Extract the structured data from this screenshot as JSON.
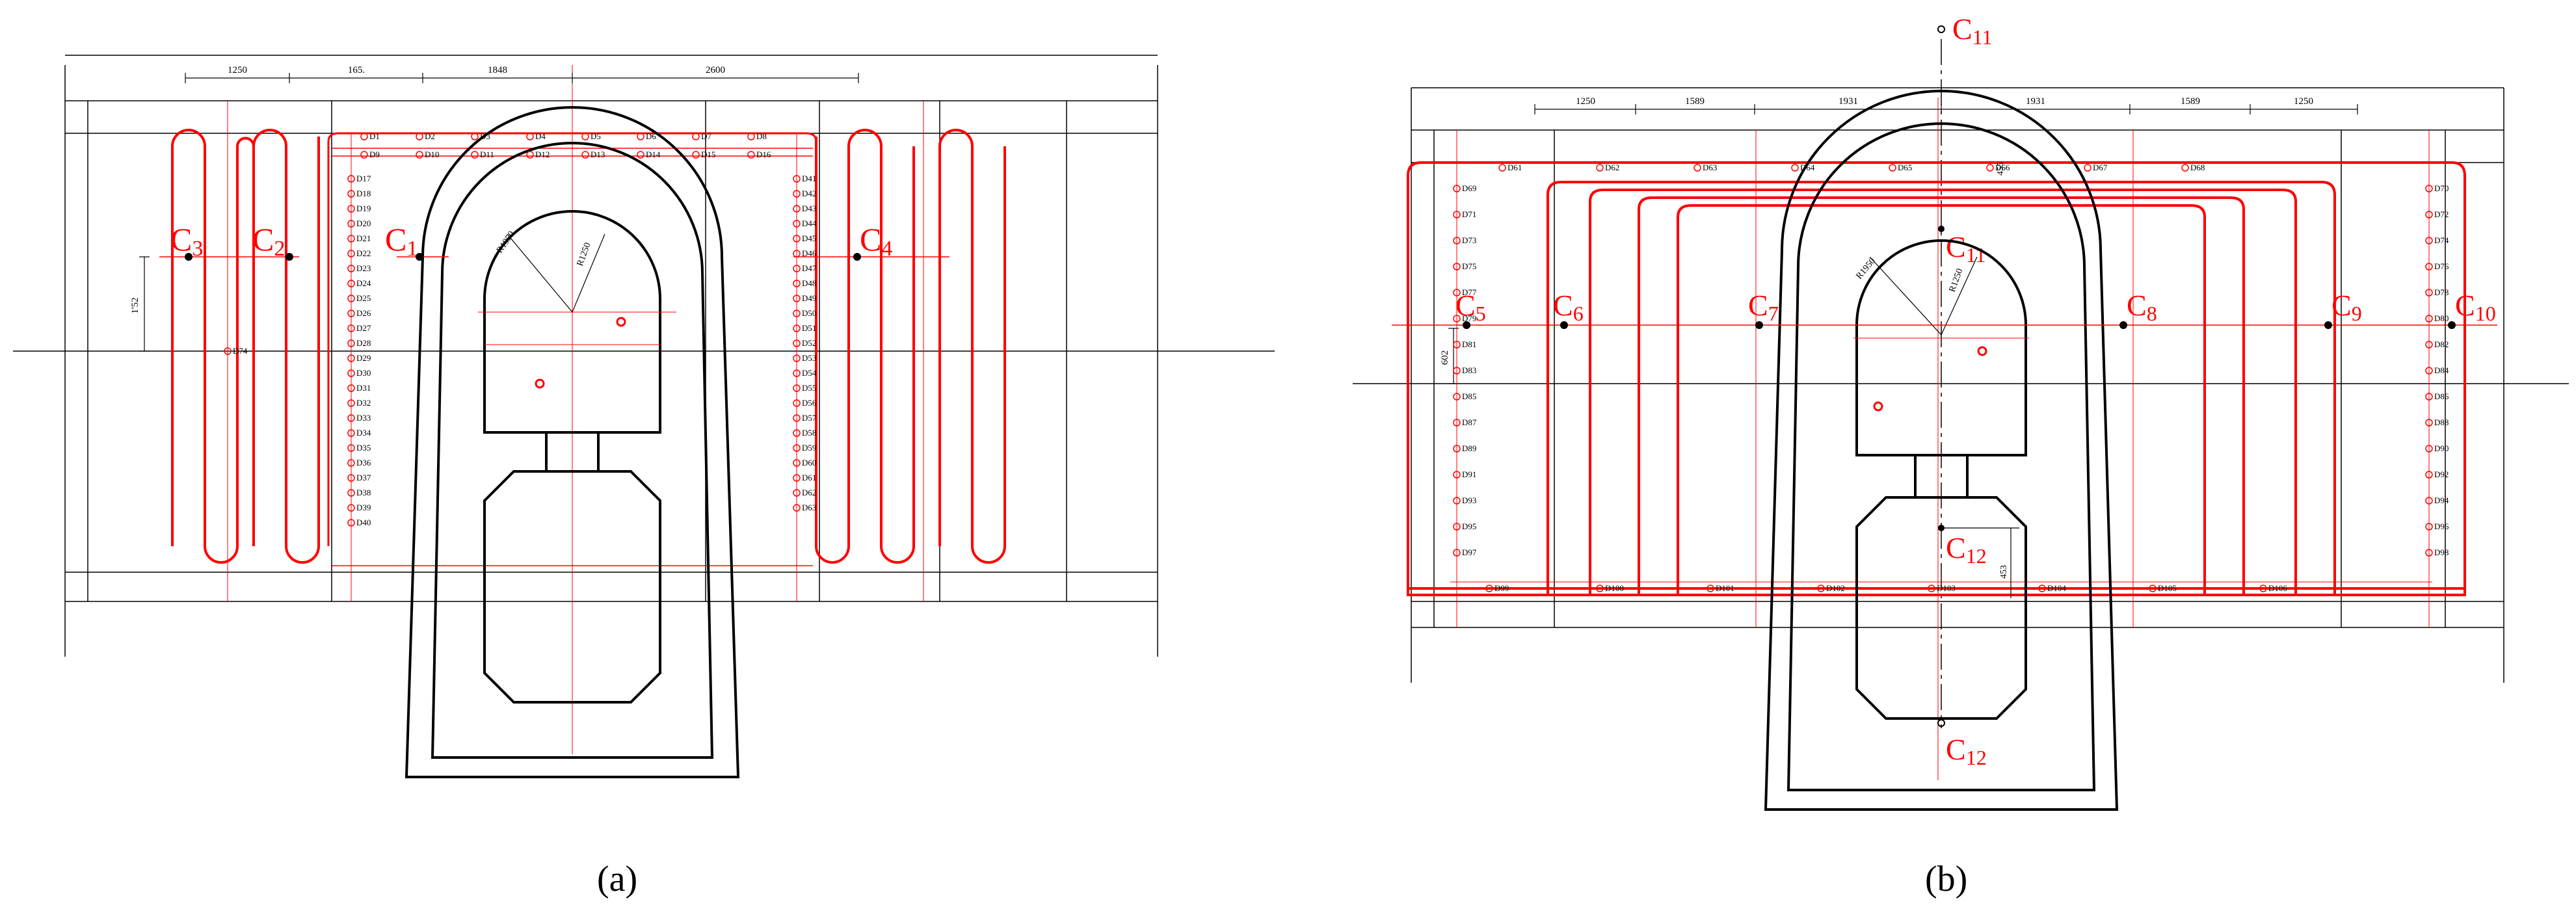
{
  "panels": [
    {
      "id": "a",
      "caption": "(a)",
      "top_dims": [
        "1250",
        "165.",
        "1848",
        "2600"
      ],
      "side_dim": "1'52",
      "radius_labels": [
        "R1950",
        "R1250"
      ],
      "cases": [
        {
          "label": "C",
          "sub": "3"
        },
        {
          "label": "C",
          "sub": "2"
        },
        {
          "label": "C",
          "sub": "1"
        },
        {
          "label": "C",
          "sub": "4"
        }
      ],
      "points": [
        "D1",
        "D2",
        "D3",
        "D4",
        "D5",
        "D6",
        "D7",
        "D8",
        "D9",
        "D10",
        "D11",
        "D12",
        "D13",
        "D14",
        "D15",
        "D16",
        "D17",
        "D18",
        "D19",
        "D20",
        "D21",
        "D22",
        "D23",
        "D24",
        "D25",
        "D26",
        "D27",
        "D28",
        "D29",
        "D30",
        "D31",
        "D32",
        "D33",
        "D34",
        "D35",
        "D36",
        "D37",
        "D38",
        "D39",
        "D40",
        "D41",
        "D42",
        "D43",
        "D44",
        "D45",
        "D46",
        "D47",
        "D48",
        "D49",
        "D50",
        "D51",
        "D52",
        "D53",
        "D54",
        "D55",
        "D56",
        "D57",
        "D58",
        "D59",
        "D60",
        "D61",
        "D62",
        "D63",
        "D74"
      ]
    },
    {
      "id": "b",
      "caption": "(b)",
      "top_dims": [
        "1250",
        "1589",
        "1931",
        "1931",
        "1589",
        "1250"
      ],
      "side_dim": "602",
      "vertical_dims": [
        "455",
        "453"
      ],
      "radius_labels": [
        "R1950",
        "R1250"
      ],
      "cases": [
        {
          "label": "C",
          "sub": "5"
        },
        {
          "label": "C",
          "sub": "6"
        },
        {
          "label": "C",
          "sub": "7"
        },
        {
          "label": "C",
          "sub": "8"
        },
        {
          "label": "C",
          "sub": "9"
        },
        {
          "label": "C",
          "sub": "10"
        },
        {
          "label": "C",
          "sub": "11"
        },
        {
          "label": "C",
          "sub": "11"
        },
        {
          "label": "C",
          "sub": "12"
        },
        {
          "label": "C",
          "sub": "12"
        }
      ],
      "points": [
        "D61",
        "D62",
        "D63",
        "D64",
        "D65",
        "D66",
        "D67",
        "D68",
        "D69",
        "D70",
        "D71",
        "D72",
        "D73",
        "D74",
        "D75",
        "D76",
        "D77",
        "D78",
        "D79",
        "D80",
        "D81",
        "D82",
        "D83",
        "D84",
        "D85",
        "D86",
        "D87",
        "D88",
        "D89",
        "D90",
        "D91",
        "D92",
        "D93",
        "D94",
        "D95",
        "D96",
        "D97",
        "D98",
        "D99",
        "D100",
        "D101",
        "D102",
        "D103",
        "D104",
        "D105",
        "D106"
      ]
    }
  ],
  "colors": {
    "line": "#000000",
    "red": "#ff0000",
    "gray": "#555555"
  }
}
